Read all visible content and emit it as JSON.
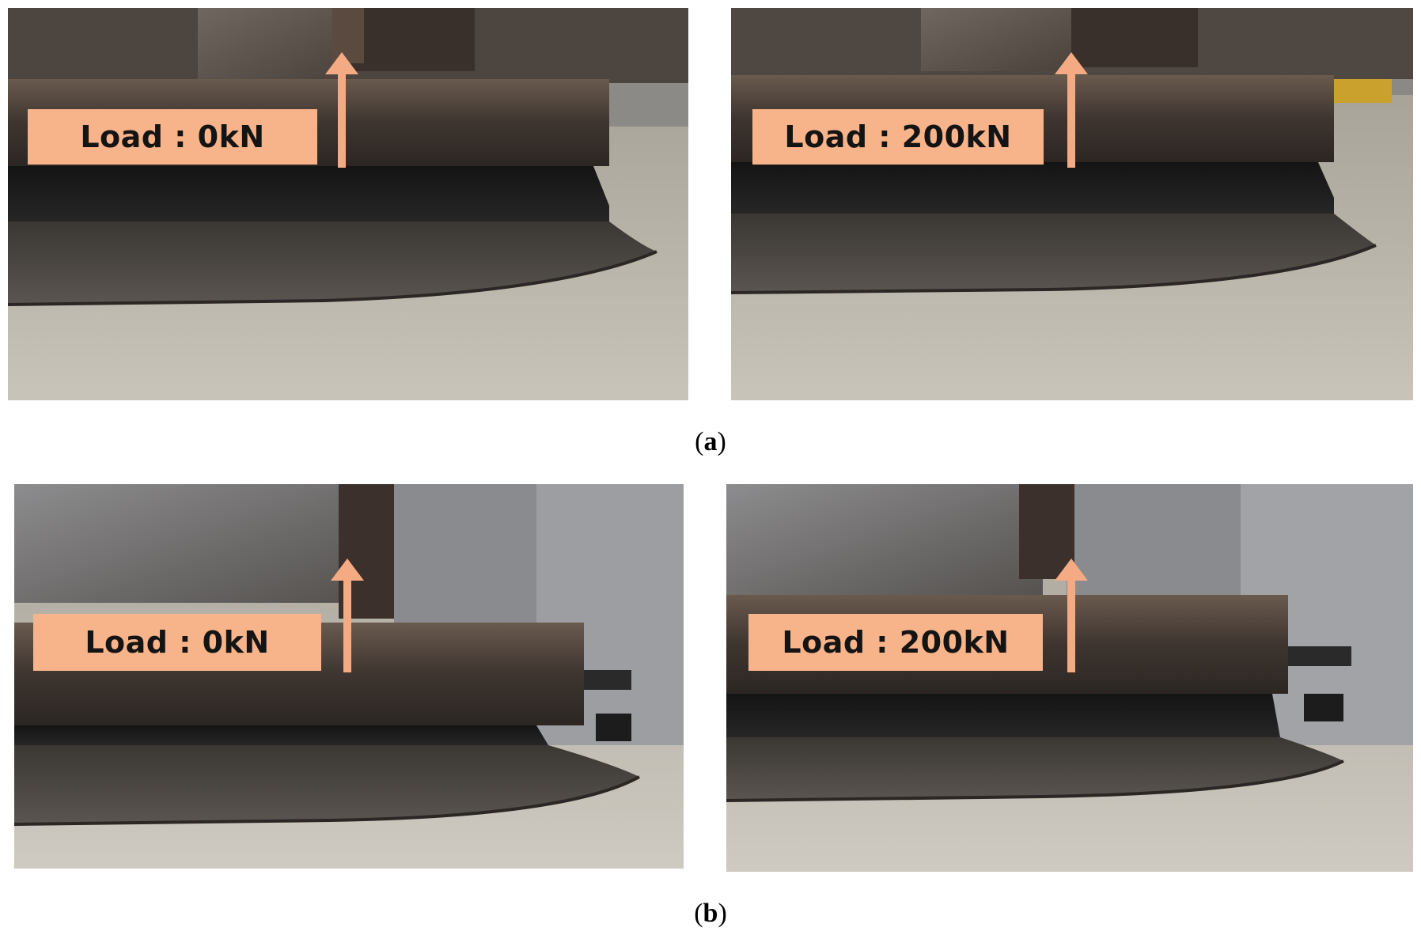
{
  "panels": [
    {
      "group": "a",
      "load_label": "Load : 0kN"
    },
    {
      "group": "a",
      "load_label": "Load : 200kN"
    },
    {
      "group": "b",
      "load_label": "Load : 0kN"
    },
    {
      "group": "b",
      "load_label": "Load : 200kN"
    }
  ],
  "captions": {
    "a": "a",
    "b": "b"
  },
  "colors": {
    "label_fill": "#f7b389",
    "arrow": "#f4ab84"
  }
}
